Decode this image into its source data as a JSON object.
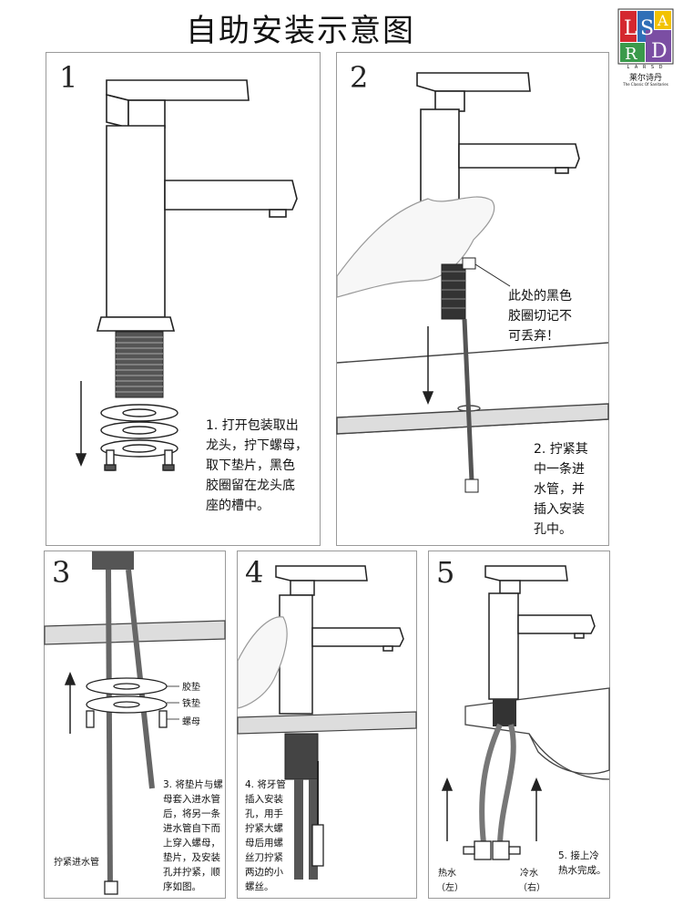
{
  "title": "自助安装示意图",
  "brand": {
    "letters": [
      "L",
      "S",
      "A",
      "R",
      "D"
    ],
    "tagline": "L A R S D",
    "name_cn": "莱尔诗丹",
    "slogan": "The Classic Of Sanitaries",
    "colors": [
      "#d4282f",
      "#2f6fb7",
      "#f2c200",
      "#3a9a4b",
      "#7b4ea3"
    ]
  },
  "steps": [
    {
      "number": "1",
      "text": "1. 打开包装取出\n龙头，拧下螺母，\n取下垫片，黑色\n胶圈留在龙头底\n座的槽中。"
    },
    {
      "number": "2",
      "text": "2. 拧紧其\n中一条进\n水管，并\n插入安装\n孔中。",
      "callout": "此处的黑色\n胶圈切记不\n可丢弃！"
    },
    {
      "number": "3",
      "text": "3. 将垫片与螺\n母套入进水管\n后，将另一条\n进水管自下而\n上穿入螺母，\n垫片，及安装\n孔并拧紧，顺\n序如图。",
      "labels": {
        "rubber_washer": "胶垫",
        "iron_washer": "铁垫",
        "nut": "螺母",
        "tighten_pipe": "拧紧进水管"
      }
    },
    {
      "number": "4",
      "text": "4. 将牙管\n插入安装\n孔，用手\n拧紧大螺\n母后用螺\n丝刀拧紧\n两边的小\n螺丝。"
    },
    {
      "number": "5",
      "text": "5. 接上冷\n热水完成。",
      "labels": {
        "hot": "热水",
        "hot_side": "（左）",
        "cold": "冷水",
        "cold_side": "（右）"
      }
    }
  ]
}
